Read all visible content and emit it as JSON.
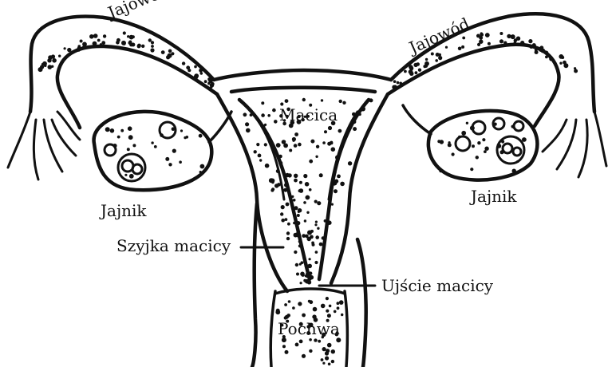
{
  "labels": {
    "tube_left": "Jajowód",
    "tube_right": "Jajowód",
    "uterus": "Macica",
    "ovary_left": "Jajnik",
    "ovary_right": "Jajnik",
    "cervix": "Szyjka macicy",
    "os": "Ujście macicy",
    "vagina": "Pochwa"
  },
  "colors": {
    "ink": "#111111",
    "background": "#ffffff"
  }
}
